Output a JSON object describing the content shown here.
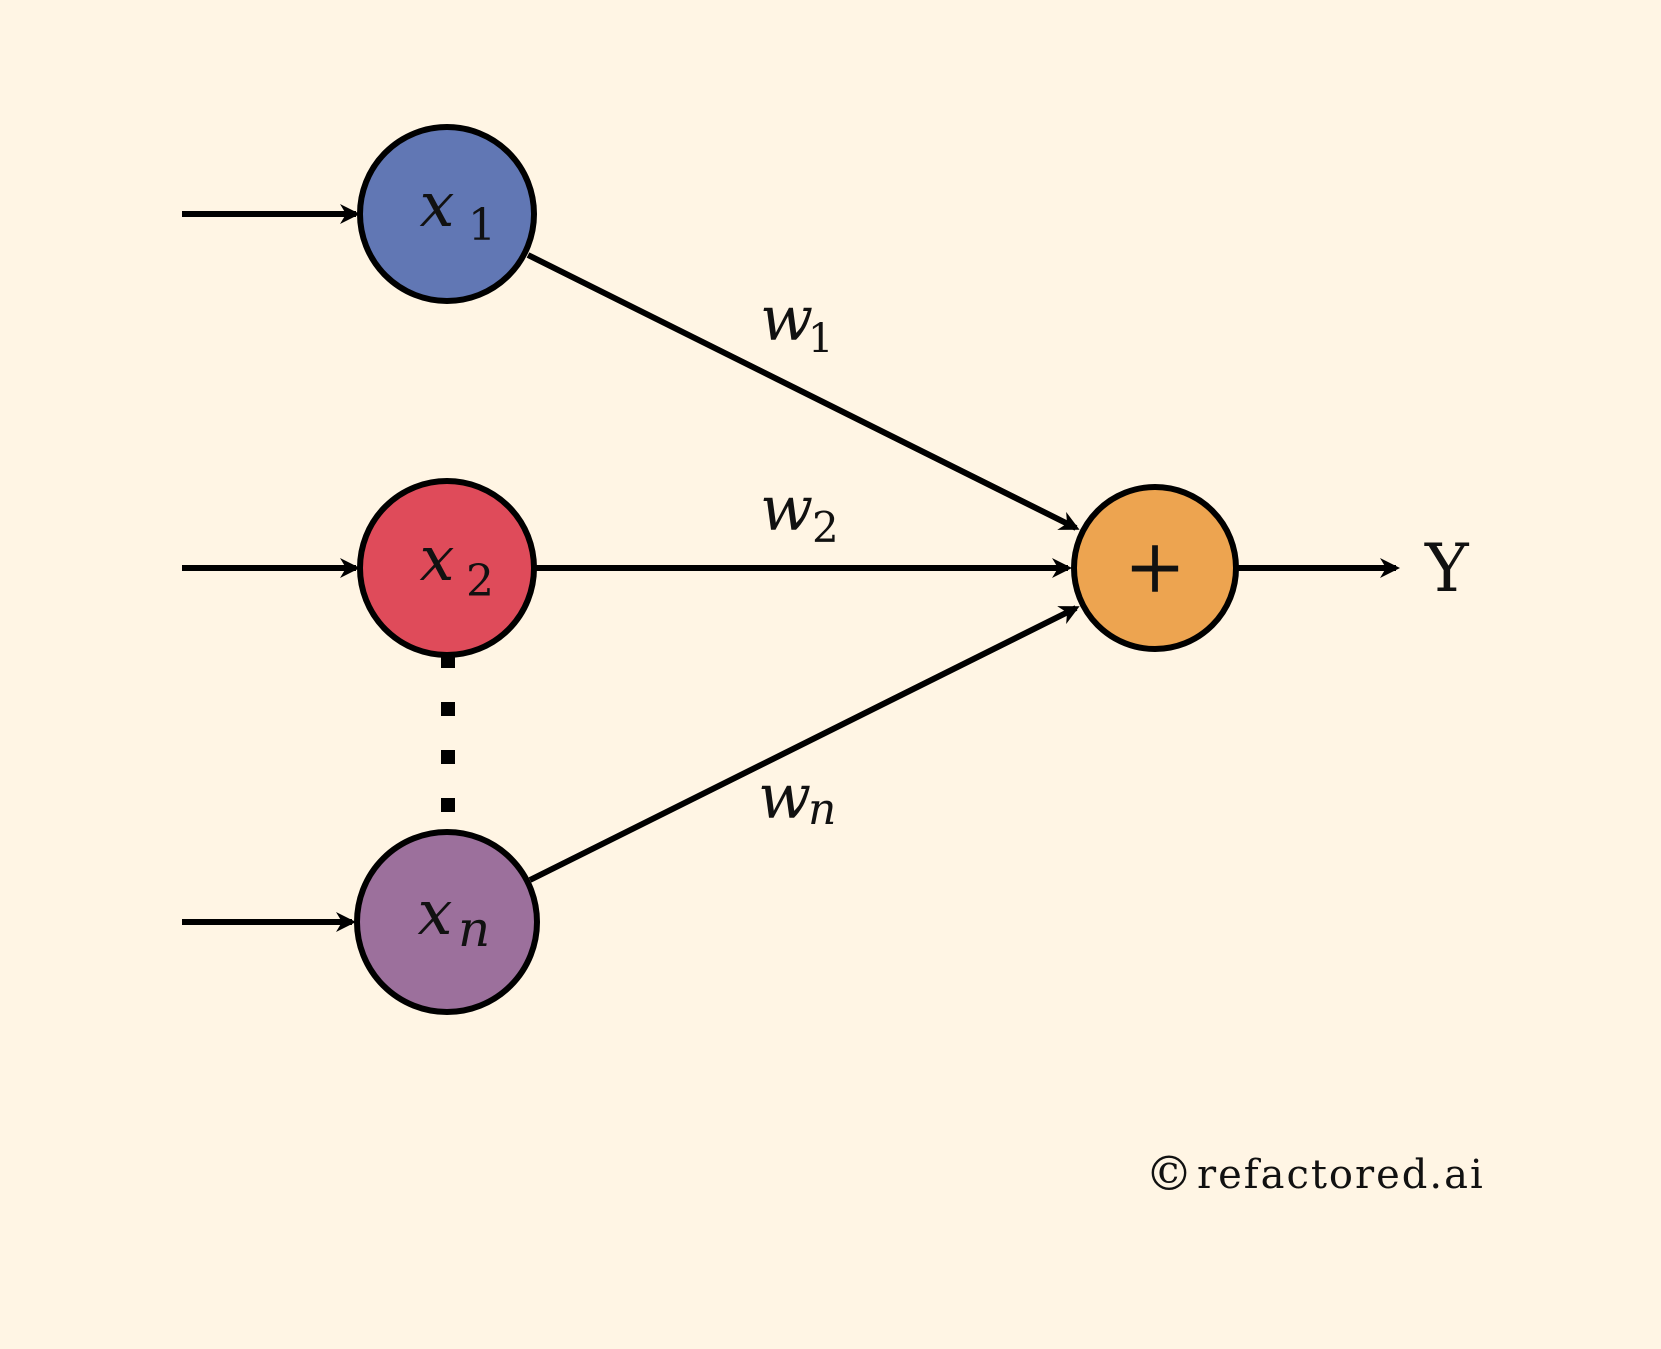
{
  "diagram": {
    "inputs": [
      {
        "symbol": "x",
        "subscript": "1",
        "weight_symbol": "w",
        "weight_subscript": "1",
        "color": "#6177b4"
      },
      {
        "symbol": "x",
        "subscript": "2",
        "weight_symbol": "w",
        "weight_subscript": "2",
        "color": "#df4b5a"
      },
      {
        "symbol": "x",
        "subscript": "n",
        "weight_symbol": "w",
        "weight_subscript": "n",
        "color": "#9c709c"
      }
    ],
    "sum_node": {
      "symbol": "+",
      "color": "#eda450"
    },
    "output_label": "Y",
    "copyright_symbol": "©",
    "copyright_text": "refactored.ai",
    "background_color": "#fff5e4",
    "stroke_color": "#000000"
  }
}
